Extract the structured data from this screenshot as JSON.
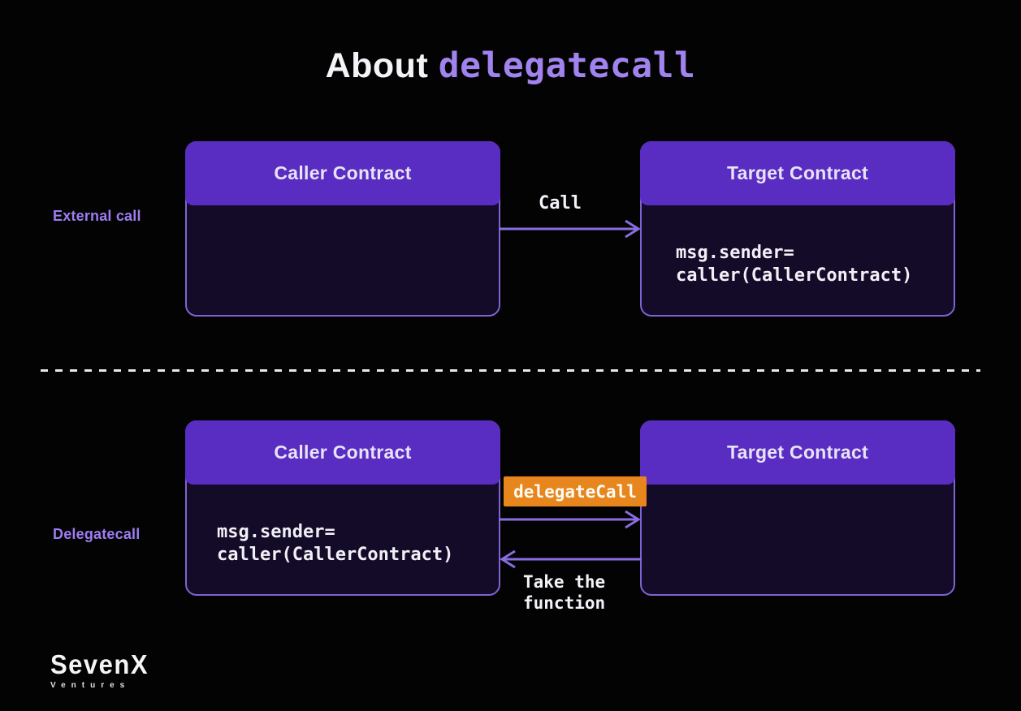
{
  "title": {
    "prefix": "About",
    "keyword": "delegatecall"
  },
  "rows": [
    {
      "label": "External call",
      "caller": {
        "title": "Caller Contract",
        "code": ""
      },
      "target": {
        "title": "Target Contract",
        "code": "msg.sender=\ncaller(CallerContract)"
      },
      "arrow": {
        "label": "Call",
        "direction": "right"
      }
    },
    {
      "label": "Delegatecall",
      "caller": {
        "title": "Caller Contract",
        "code": "msg.sender=\ncaller(CallerContract)"
      },
      "target": {
        "title": "Target Contract",
        "code": ""
      },
      "arrow": {
        "label": "delegateCall",
        "direction": "right"
      },
      "return_arrow": {
        "label": "Take the\nfunction",
        "direction": "left"
      }
    }
  ],
  "divider": {
    "style": "dashed"
  },
  "logo": {
    "name": "SevenX",
    "sub": "Ventures"
  },
  "colors": {
    "background": "#030303",
    "header_purple": "#5a2dc2",
    "body_dark": "#140b28",
    "border_purple": "#7f63d2",
    "arrow_purple": "#8a6ce2",
    "label_purple": "#9c7df2",
    "keyword_purple": "#a183ef",
    "badge_orange": "#e8861e",
    "code_white": "#f2f0f7",
    "dash_white": "#e8e8e8"
  }
}
